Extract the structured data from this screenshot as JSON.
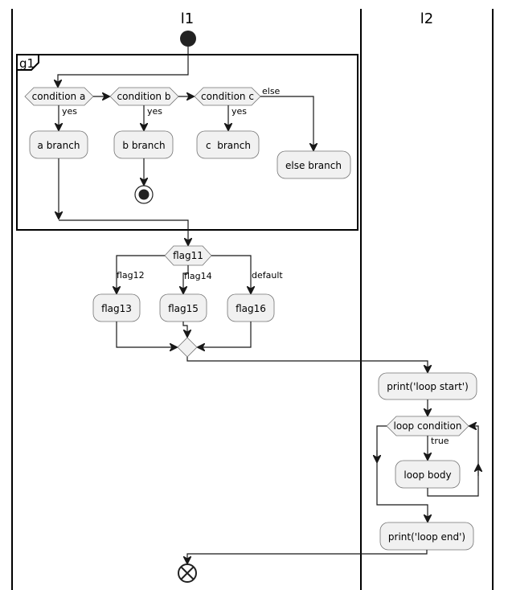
{
  "diagram": {
    "type": "plantuml-activity-swimlane",
    "swimlanes": [
      {
        "title": "l1"
      },
      {
        "title": "l2"
      }
    ],
    "group": {
      "label": "g1"
    },
    "conditions": {
      "a": "condition a",
      "b": "condition b",
      "c": "condition c",
      "yes": "yes",
      "else": "else"
    },
    "branches": {
      "a": "a branch",
      "b": "b branch",
      "c": "c  branch",
      "else": "else branch"
    },
    "switch": {
      "label": "flag11",
      "cases": [
        {
          "label": "flag12",
          "action": "flag13"
        },
        {
          "label": "flag14",
          "action": "flag15"
        },
        {
          "label": "default",
          "action": "flag16"
        }
      ]
    },
    "loop": {
      "before": "print('loop start')",
      "condition": "loop condition",
      "true_label": "true",
      "body": "loop body",
      "after": "print('loop end')"
    },
    "terminals": {
      "start": "start-node",
      "stop": "stop-node",
      "end": "end-node"
    }
  }
}
